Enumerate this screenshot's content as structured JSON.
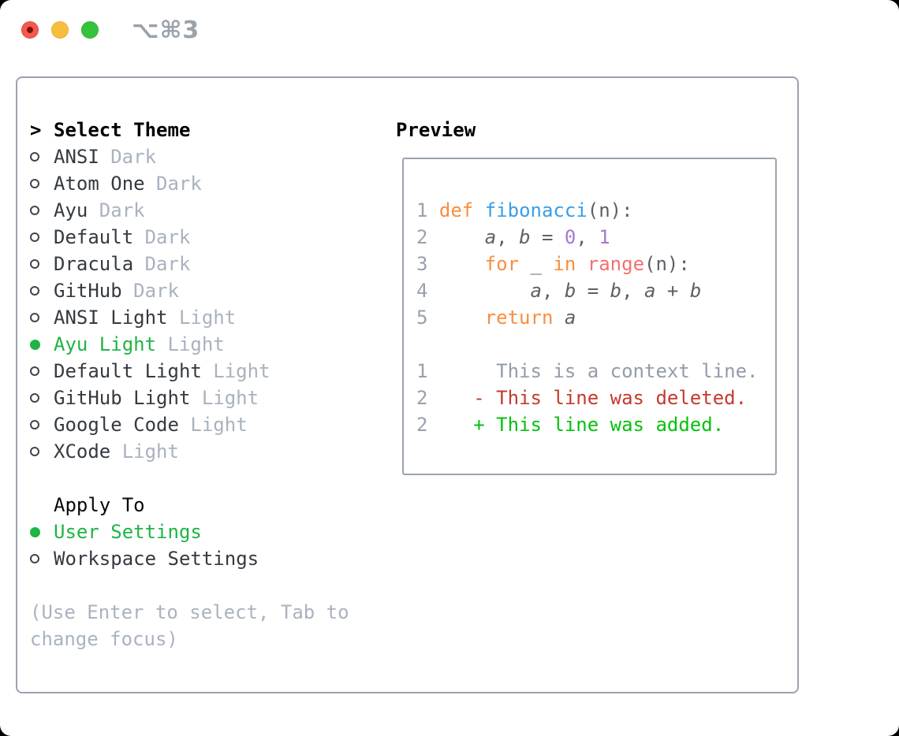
{
  "titlebar": {
    "shortcut_hint": "⌥⌘3",
    "buttons": [
      "close",
      "minimize",
      "zoom"
    ]
  },
  "theme_panel": {
    "title_prefix": ">",
    "title": "Select Theme",
    "items": [
      {
        "name": "ANSI",
        "tag": "Dark",
        "selected": false
      },
      {
        "name": "Atom One",
        "tag": "Dark",
        "selected": false
      },
      {
        "name": "Ayu",
        "tag": "Dark",
        "selected": false
      },
      {
        "name": "Default",
        "tag": "Dark",
        "selected": false
      },
      {
        "name": "Dracula",
        "tag": "Dark",
        "selected": false
      },
      {
        "name": "GitHub",
        "tag": "Dark",
        "selected": false
      },
      {
        "name": "ANSI Light",
        "tag": "Light",
        "selected": false
      },
      {
        "name": "Ayu Light",
        "tag": "Light",
        "selected": true
      },
      {
        "name": "Default Light",
        "tag": "Light",
        "selected": false
      },
      {
        "name": "GitHub Light",
        "tag": "Light",
        "selected": false
      },
      {
        "name": "Google Code",
        "tag": "Light",
        "selected": false
      },
      {
        "name": "XCode",
        "tag": "Light",
        "selected": false
      }
    ],
    "apply_to": {
      "label": "Apply To",
      "options": [
        {
          "name": "User Settings",
          "selected": true
        },
        {
          "name": "Workspace Settings",
          "selected": false
        }
      ]
    },
    "hint": "(Use Enter to select, Tab to change focus)"
  },
  "preview": {
    "title": "Preview",
    "lines": [
      {
        "kind": "code",
        "tokens": [
          {
            "t": "1 ",
            "c": "ln"
          },
          {
            "t": "def",
            "c": "kw"
          },
          {
            "t": " ",
            "c": "fg"
          },
          {
            "t": "fibonacci",
            "c": "fn"
          },
          {
            "t": "(n):",
            "c": "fg"
          }
        ]
      },
      {
        "kind": "code",
        "tokens": [
          {
            "t": "2 ",
            "c": "ln"
          },
          {
            "t": "    ",
            "c": "fg"
          },
          {
            "t": "a",
            "c": "var"
          },
          {
            "t": ", ",
            "c": "fg"
          },
          {
            "t": "b",
            "c": "var"
          },
          {
            "t": " = ",
            "c": "fg"
          },
          {
            "t": "0",
            "c": "num"
          },
          {
            "t": ", ",
            "c": "fg"
          },
          {
            "t": "1",
            "c": "num"
          }
        ]
      },
      {
        "kind": "code",
        "tokens": [
          {
            "t": "3 ",
            "c": "ln"
          },
          {
            "t": "    ",
            "c": "fg"
          },
          {
            "t": "for",
            "c": "kw"
          },
          {
            "t": " _ ",
            "c": "fg"
          },
          {
            "t": "in",
            "c": "kw"
          },
          {
            "t": " ",
            "c": "fg"
          },
          {
            "t": "range",
            "c": "call"
          },
          {
            "t": "(n):",
            "c": "fg"
          }
        ]
      },
      {
        "kind": "code",
        "tokens": [
          {
            "t": "4 ",
            "c": "ln"
          },
          {
            "t": "        ",
            "c": "fg"
          },
          {
            "t": "a",
            "c": "var"
          },
          {
            "t": ", ",
            "c": "fg"
          },
          {
            "t": "b",
            "c": "var"
          },
          {
            "t": " = ",
            "c": "fg"
          },
          {
            "t": "b",
            "c": "var"
          },
          {
            "t": ", ",
            "c": "fg"
          },
          {
            "t": "a",
            "c": "var"
          },
          {
            "t": " + ",
            "c": "fg"
          },
          {
            "t": "b",
            "c": "var"
          }
        ]
      },
      {
        "kind": "code",
        "tokens": [
          {
            "t": "5 ",
            "c": "ln"
          },
          {
            "t": "    ",
            "c": "fg"
          },
          {
            "t": "return",
            "c": "kw"
          },
          {
            "t": " ",
            "c": "fg"
          },
          {
            "t": "a",
            "c": "var"
          }
        ]
      },
      {
        "kind": "blank",
        "tokens": []
      },
      {
        "kind": "diff-context",
        "tokens": [
          {
            "t": "1 ",
            "c": "ln"
          },
          {
            "t": "     This is a context line.",
            "c": "ctx"
          }
        ]
      },
      {
        "kind": "diff-deleted",
        "tokens": [
          {
            "t": "2 ",
            "c": "ln"
          },
          {
            "t": "   ",
            "c": "fg"
          },
          {
            "t": "- This line was deleted.",
            "c": "del"
          }
        ]
      },
      {
        "kind": "diff-added",
        "tokens": [
          {
            "t": "2 ",
            "c": "ln"
          },
          {
            "t": "   ",
            "c": "fg"
          },
          {
            "t": "+ This line was added.",
            "c": "add"
          }
        ]
      }
    ]
  },
  "colors": {
    "kw": "#fa8d3e",
    "fn": "#399ee6",
    "num": "#a37acc",
    "call": "#f07171",
    "fg": "#5c6166",
    "ln": "#98a1ad",
    "ctx": "#939ca8",
    "del": "#c43a2e",
    "add": "#06c10e",
    "selected": "#1fb445",
    "name": "#343a41",
    "tag": "#a9b2bf",
    "hint": "#aab3bf",
    "border": "#9aa3ae",
    "title": "#000000",
    "shortcut": "#9aa2ab",
    "traffic_red": "#f25a50",
    "traffic_yellow": "#f6bd40",
    "traffic_green": "#35c23d"
  }
}
